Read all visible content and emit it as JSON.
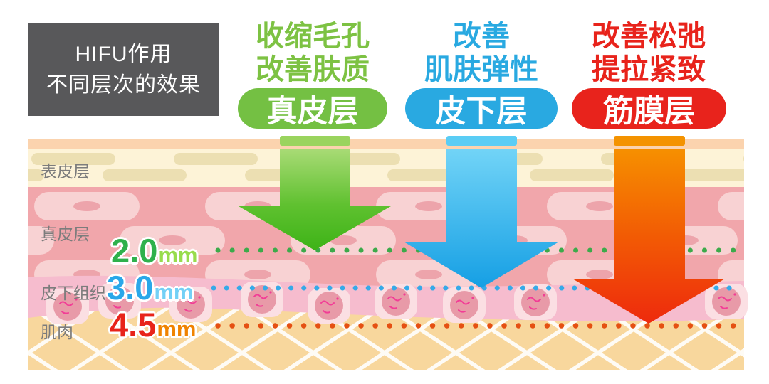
{
  "title_box": {
    "line1": "HIFU作用",
    "line2": "不同层次的效果"
  },
  "columns": [
    {
      "heading_line1": "收缩毛孔",
      "heading_line2": "改善肤质",
      "pill_label": "真皮层",
      "accent_color": "#7dc243",
      "arrow_color": "#3eb319",
      "depth": "2.0mm"
    },
    {
      "heading_line1": "改善",
      "heading_line2": "肌肤弹性",
      "pill_label": "皮下层",
      "accent_color": "#29a9e1",
      "arrow_color": "#1ba5e5",
      "depth": "3.0mm"
    },
    {
      "heading_line1": "改善松弛",
      "heading_line2": "提拉紧致",
      "pill_label": "筋膜层",
      "accent_color": "#e8231b",
      "arrow_color": "#ee2a0d",
      "depth": "4.5mm"
    }
  ],
  "skin_layers": [
    {
      "label": "表皮层"
    },
    {
      "label": "真皮层"
    },
    {
      "label": "皮下组织"
    },
    {
      "label": "肌肉"
    }
  ],
  "depth_markers": [
    {
      "value": "2.0",
      "unit": "mm",
      "value_color": "#2fb14c",
      "unit_color": "#98dc4d",
      "line_color": "#3caa4a"
    },
    {
      "value": "3.0",
      "unit": "mm",
      "value_color": "#2aa7e9",
      "unit_color": "#73d0f6",
      "line_color": "#35aae8"
    },
    {
      "value": "4.5",
      "unit": "mm",
      "value_color": "#e8231a",
      "unit_color": "#f08300",
      "line_color": "#e55012"
    }
  ]
}
